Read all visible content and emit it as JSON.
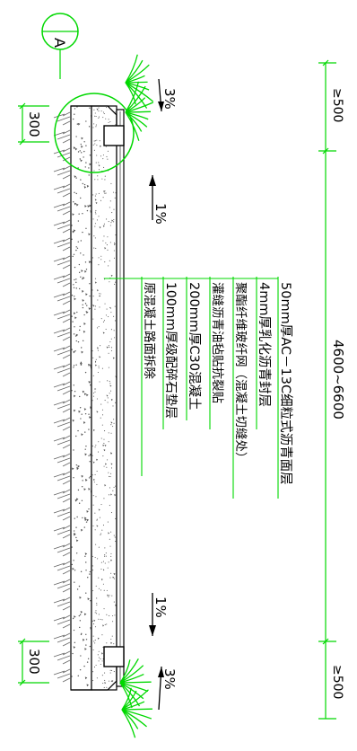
{
  "detail_marker": {
    "letter": "A"
  },
  "slopes": {
    "top_left": "3%",
    "top_main": "1%",
    "bottom_main": "1%",
    "bottom_right": "3%"
  },
  "dimensions": {
    "top_offset": "300",
    "bottom_offset": "300",
    "top_min": "≥500",
    "span": "4600~6600",
    "bottom_min": "≥500"
  },
  "layers": [
    "50mm厚AC－13C细粒式沥青面层",
    "4mm厚乳化沥青封层",
    "聚酯纤维玻纤网（混凝土切缝处）",
    "灌缝沥青油毡贴抗裂贴",
    "200mm厚C30混凝土",
    "100mm厚级配碎石垫层",
    "原混凝土路面拆除"
  ],
  "colors": {
    "line": "#00d800",
    "ink": "#000000",
    "fill_dot": "#555555"
  }
}
